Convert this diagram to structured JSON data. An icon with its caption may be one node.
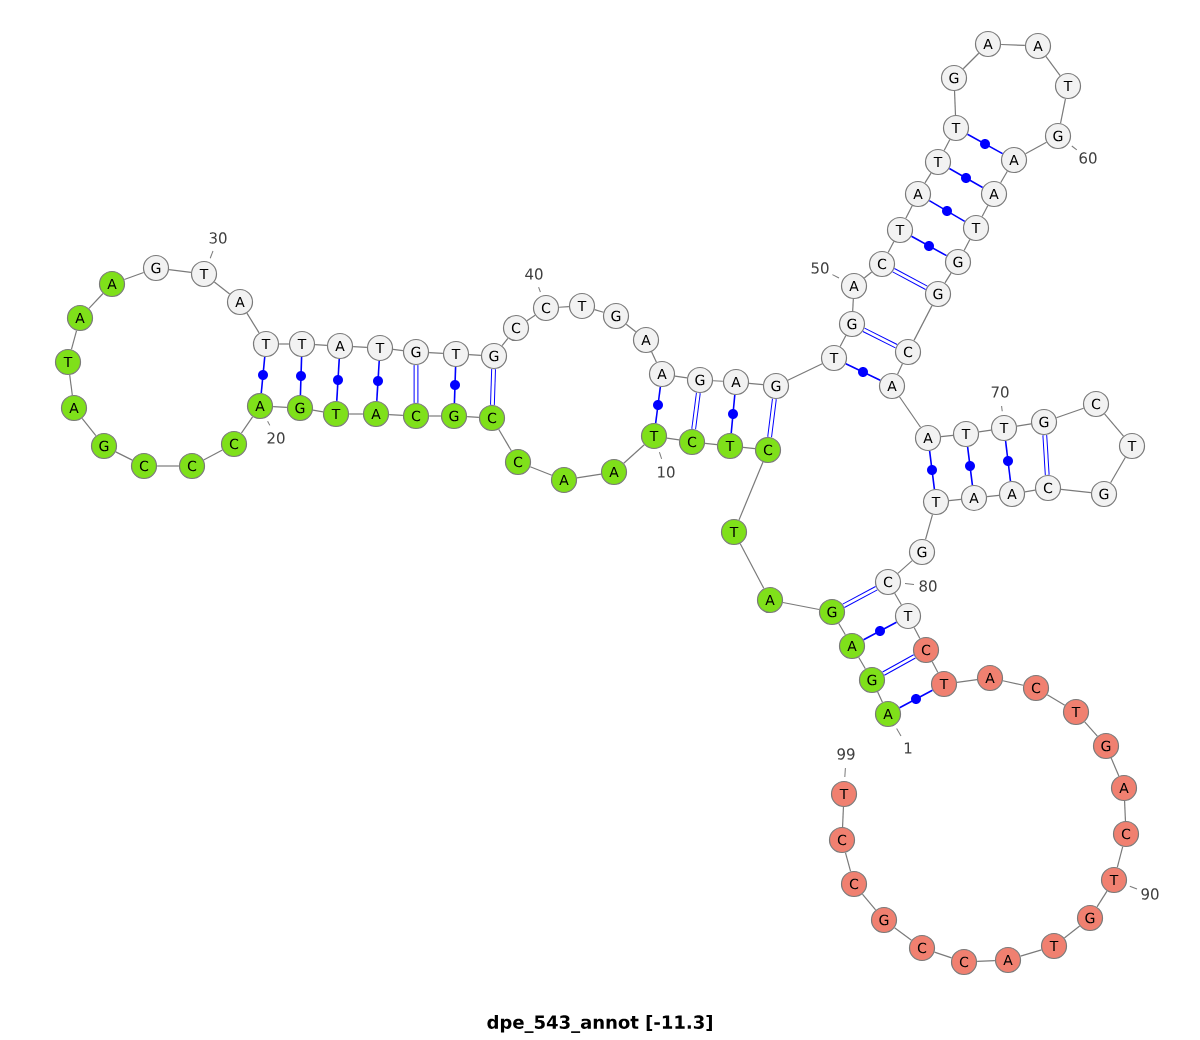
{
  "diagram": {
    "caption": "dpe_543_annot [-11.3]",
    "nodes": [
      {
        "text": [
          "A"
        ],
        "beside": [
          "1"
        ]
      },
      {
        "text": [
          "G"
        ]
      },
      {
        "text": [
          "A"
        ]
      },
      {
        "text": [
          "G"
        ]
      },
      {
        "text": [
          "A"
        ]
      },
      {
        "text": [
          "T"
        ]
      },
      {
        "text": [
          "C"
        ]
      },
      {
        "text": [
          "T"
        ]
      },
      {
        "text": [
          "C"
        ]
      },
      {
        "text": [
          "T"
        ],
        "beside": [
          "10"
        ]
      },
      {
        "text": [
          "A"
        ]
      },
      {
        "text": [
          "A"
        ]
      },
      {
        "text": [
          "C"
        ]
      },
      {
        "text": [
          "C"
        ]
      },
      {
        "text": [
          "G"
        ]
      },
      {
        "text": [
          "C"
        ]
      },
      {
        "text": [
          "A"
        ]
      },
      {
        "text": [
          "T"
        ]
      },
      {
        "text": [
          "G"
        ]
      },
      {
        "text": [
          "A"
        ],
        "beside": [
          "20"
        ]
      },
      {
        "text": [
          "C"
        ]
      },
      {
        "text": [
          "C"
        ]
      },
      {
        "text": [
          "C"
        ]
      },
      {
        "text": [
          "G"
        ]
      },
      {
        "text": [
          "A"
        ]
      },
      {
        "text": [
          "T"
        ]
      },
      {
        "text": [
          "A"
        ]
      },
      {
        "text": [
          "A"
        ]
      },
      {
        "text": [
          "G"
        ]
      },
      {
        "text": [
          "T"
        ],
        "beside": [
          "30"
        ]
      },
      {
        "text": [
          "A"
        ]
      },
      {
        "text": [
          "T"
        ]
      },
      {
        "text": [
          "T"
        ]
      },
      {
        "text": [
          "A"
        ]
      },
      {
        "text": [
          "T"
        ]
      },
      {
        "text": [
          "G"
        ]
      },
      {
        "text": [
          "T"
        ]
      },
      {
        "text": [
          "G"
        ]
      },
      {
        "text": [
          "C"
        ]
      },
      {
        "text": [
          "C"
        ],
        "beside": [
          "40"
        ]
      },
      {
        "text": [
          "T"
        ]
      },
      {
        "text": [
          "G"
        ]
      },
      {
        "text": [
          "A"
        ]
      },
      {
        "text": [
          "A"
        ]
      },
      {
        "text": [
          "G"
        ]
      },
      {
        "text": [
          "A"
        ]
      },
      {
        "text": [
          "G"
        ]
      },
      {
        "text": [
          "T"
        ]
      },
      {
        "text": [
          "G"
        ]
      },
      {
        "text": [
          "A"
        ],
        "beside": [
          "50"
        ]
      },
      {
        "text": [
          "C"
        ]
      },
      {
        "text": [
          "T"
        ]
      },
      {
        "text": [
          "A"
        ]
      },
      {
        "text": [
          "T"
        ]
      },
      {
        "text": [
          "T"
        ]
      },
      {
        "text": [
          "G"
        ]
      },
      {
        "text": [
          "A"
        ]
      },
      {
        "text": [
          "A"
        ]
      },
      {
        "text": [
          "T"
        ]
      },
      {
        "text": [
          "G"
        ],
        "beside": [
          "60"
        ]
      },
      {
        "text": [
          "A"
        ]
      },
      {
        "text": [
          "A"
        ]
      },
      {
        "text": [
          "T"
        ]
      },
      {
        "text": [
          "G"
        ]
      },
      {
        "text": [
          "G"
        ]
      },
      {
        "text": [
          "C"
        ]
      },
      {
        "text": [
          "A"
        ]
      },
      {
        "text": [
          "A"
        ]
      },
      {
        "text": [
          "T"
        ]
      },
      {
        "text": [
          "T"
        ],
        "beside": [
          "70"
        ]
      },
      {
        "text": [
          "G"
        ]
      },
      {
        "text": [
          "C"
        ]
      },
      {
        "text": [
          "T"
        ]
      },
      {
        "text": [
          "G"
        ]
      },
      {
        "text": [
          "C"
        ]
      },
      {
        "text": [
          "A"
        ]
      },
      {
        "text": [
          "A"
        ]
      },
      {
        "text": [
          "T"
        ]
      },
      {
        "text": [
          "G"
        ]
      },
      {
        "text": [
          "C"
        ],
        "beside": [
          "80"
        ]
      },
      {
        "text": [
          "T"
        ]
      },
      {
        "text": [
          "C"
        ]
      },
      {
        "text": [
          "T"
        ]
      },
      {
        "text": [
          "A"
        ]
      },
      {
        "text": [
          "C"
        ]
      },
      {
        "text": [
          "T"
        ]
      },
      {
        "text": [
          "G"
        ]
      },
      {
        "text": [
          "A"
        ]
      },
      {
        "text": [
          "C"
        ]
      },
      {
        "text": [
          "T"
        ],
        "beside": [
          "90"
        ]
      },
      {
        "text": [
          "G"
        ]
      },
      {
        "text": [
          "T"
        ]
      },
      {
        "text": [
          "A"
        ]
      },
      {
        "text": [
          "C"
        ]
      },
      {
        "text": [
          "C"
        ]
      },
      {
        "text": [
          "G"
        ]
      },
      {
        "text": [
          "C"
        ]
      },
      {
        "text": [
          "C"
        ]
      },
      {
        "text": [
          "T"
        ],
        "beside": [
          "99"
        ]
      }
    ],
    "edges": [
      {
        "from": 0,
        "to": 1,
        "arrow": "none"
      },
      {
        "from": 1,
        "to": 2,
        "arrow": "none"
      },
      {
        "from": 2,
        "to": 3,
        "arrow": "none"
      },
      {
        "from": 3,
        "to": 4,
        "arrow": "none"
      },
      {
        "from": 4,
        "to": 5,
        "arrow": "none"
      },
      {
        "from": 5,
        "to": 6,
        "arrow": "none"
      },
      {
        "from": 6,
        "to": 7,
        "arrow": "none"
      },
      {
        "from": 7,
        "to": 8,
        "arrow": "none"
      },
      {
        "from": 8,
        "to": 9,
        "arrow": "none"
      },
      {
        "from": 9,
        "to": 10,
        "arrow": "none"
      },
      {
        "from": 10,
        "to": 11,
        "arrow": "none"
      },
      {
        "from": 11,
        "to": 12,
        "arrow": "none"
      },
      {
        "from": 12,
        "to": 13,
        "arrow": "none"
      },
      {
        "from": 13,
        "to": 14,
        "arrow": "none"
      },
      {
        "from": 14,
        "to": 15,
        "arrow": "none"
      },
      {
        "from": 15,
        "to": 16,
        "arrow": "none"
      },
      {
        "from": 16,
        "to": 17,
        "arrow": "none"
      },
      {
        "from": 17,
        "to": 18,
        "arrow": "none"
      },
      {
        "from": 18,
        "to": 19,
        "arrow": "none"
      },
      {
        "from": 19,
        "to": 20,
        "arrow": "none"
      },
      {
        "from": 20,
        "to": 21,
        "arrow": "none"
      },
      {
        "from": 21,
        "to": 22,
        "arrow": "none"
      },
      {
        "from": 22,
        "to": 23,
        "arrow": "none"
      },
      {
        "from": 23,
        "to": 24,
        "arrow": "none"
      },
      {
        "from": 24,
        "to": 25,
        "arrow": "none"
      },
      {
        "from": 25,
        "to": 26,
        "arrow": "none"
      },
      {
        "from": 26,
        "to": 27,
        "arrow": "none"
      },
      {
        "from": 27,
        "to": 28,
        "arrow": "none"
      },
      {
        "from": 28,
        "to": 29,
        "arrow": "none"
      },
      {
        "from": 29,
        "to": 30,
        "arrow": "none"
      },
      {
        "from": 30,
        "to": 31,
        "arrow": "none"
      },
      {
        "from": 31,
        "to": 32,
        "arrow": "none"
      },
      {
        "from": 32,
        "to": 33,
        "arrow": "none"
      },
      {
        "from": 33,
        "to": 34,
        "arrow": "none"
      },
      {
        "from": 34,
        "to": 35,
        "arrow": "none"
      },
      {
        "from": 35,
        "to": 36,
        "arrow": "none"
      },
      {
        "from": 36,
        "to": 37,
        "arrow": "none"
      },
      {
        "from": 37,
        "to": 38,
        "arrow": "none"
      },
      {
        "from": 38,
        "to": 39,
        "arrow": "none"
      },
      {
        "from": 39,
        "to": 40,
        "arrow": "none"
      },
      {
        "from": 40,
        "to": 41,
        "arrow": "none"
      },
      {
        "from": 41,
        "to": 42,
        "arrow": "none"
      },
      {
        "from": 42,
        "to": 43,
        "arrow": "none"
      },
      {
        "from": 43,
        "to": 44,
        "arrow": "none"
      },
      {
        "from": 44,
        "to": 45,
        "arrow": "none"
      },
      {
        "from": 45,
        "to": 46,
        "arrow": "none"
      },
      {
        "from": 46,
        "to": 47,
        "arrow": "none"
      },
      {
        "from": 47,
        "to": 48,
        "arrow": "none"
      },
      {
        "from": 48,
        "to": 49,
        "arrow": "none"
      },
      {
        "from": 49,
        "to": 50,
        "arrow": "none"
      },
      {
        "from": 50,
        "to": 51,
        "arrow": "none"
      },
      {
        "from": 51,
        "to": 52,
        "arrow": "none"
      },
      {
        "from": 52,
        "to": 53,
        "arrow": "none"
      },
      {
        "from": 53,
        "to": 54,
        "arrow": "none"
      },
      {
        "from": 54,
        "to": 55,
        "arrow": "none"
      },
      {
        "from": 55,
        "to": 56,
        "arrow": "none"
      },
      {
        "from": 56,
        "to": 57,
        "arrow": "none"
      },
      {
        "from": 57,
        "to": 58,
        "arrow": "none"
      },
      {
        "from": 58,
        "to": 59,
        "arrow": "none"
      },
      {
        "from": 59,
        "to": 60,
        "arrow": "none"
      },
      {
        "from": 60,
        "to": 61,
        "arrow": "none"
      },
      {
        "from": 61,
        "to": 62,
        "arrow": "none"
      },
      {
        "from": 62,
        "to": 63,
        "arrow": "none"
      },
      {
        "from": 63,
        "to": 64,
        "arrow": "none"
      },
      {
        "from": 64,
        "to": 65,
        "arrow": "none"
      },
      {
        "from": 65,
        "to": 66,
        "arrow": "none"
      },
      {
        "from": 66,
        "to": 67,
        "arrow": "none"
      },
      {
        "from": 67,
        "to": 68,
        "arrow": "none"
      },
      {
        "from": 68,
        "to": 69,
        "arrow": "none"
      },
      {
        "from": 69,
        "to": 70,
        "arrow": "none"
      },
      {
        "from": 70,
        "to": 71,
        "arrow": "none"
      },
      {
        "from": 71,
        "to": 72,
        "arrow": "none"
      },
      {
        "from": 72,
        "to": 73,
        "arrow": "none"
      },
      {
        "from": 73,
        "to": 74,
        "arrow": "none"
      },
      {
        "from": 74,
        "to": 75,
        "arrow": "none"
      },
      {
        "from": 75,
        "to": 76,
        "arrow": "none"
      },
      {
        "from": 76,
        "to": 77,
        "arrow": "none"
      },
      {
        "from": 77,
        "to": 78,
        "arrow": "none"
      },
      {
        "from": 78,
        "to": 79,
        "arrow": "none"
      },
      {
        "from": 79,
        "to": 80,
        "arrow": "none"
      },
      {
        "from": 80,
        "to": 81,
        "arrow": "none"
      },
      {
        "from": 81,
        "to": 82,
        "arrow": "none"
      },
      {
        "from": 82,
        "to": 83,
        "arrow": "none"
      },
      {
        "from": 83,
        "to": 84,
        "arrow": "none"
      },
      {
        "from": 84,
        "to": 85,
        "arrow": "none"
      },
      {
        "from": 85,
        "to": 86,
        "arrow": "none"
      },
      {
        "from": 86,
        "to": 87,
        "arrow": "none"
      },
      {
        "from": 87,
        "to": 88,
        "arrow": "none"
      },
      {
        "from": 88,
        "to": 89,
        "arrow": "none"
      },
      {
        "from": 89,
        "to": 90,
        "arrow": "none"
      },
      {
        "from": 90,
        "to": 91,
        "arrow": "none"
      },
      {
        "from": 91,
        "to": 92,
        "arrow": "none"
      },
      {
        "from": 92,
        "to": 93,
        "arrow": "none"
      },
      {
        "from": 93,
        "to": 94,
        "arrow": "none"
      },
      {
        "from": 94,
        "to": 95,
        "arrow": "none"
      },
      {
        "from": 95,
        "to": 96,
        "arrow": "none"
      },
      {
        "from": 96,
        "to": 97,
        "arrow": "none"
      },
      {
        "from": 97,
        "to": 98,
        "arrow": "none"
      },
      {
        "from": 0,
        "to": 82,
        "arrow": "none",
        "color": "#0000ff"
      },
      {
        "from": 1,
        "to": 81,
        "arrow": "none",
        "style": "thick",
        "color": "#0000ff"
      },
      {
        "from": 2,
        "to": 80,
        "arrow": "none",
        "color": "#0000ff"
      },
      {
        "from": 3,
        "to": 79,
        "arrow": "none",
        "style": "thick",
        "color": "#0000ff"
      },
      {
        "from": 6,
        "to": 46,
        "arrow": "none",
        "style": "thick",
        "color": "#0000ff"
      },
      {
        "from": 7,
        "to": 45,
        "arrow": "none",
        "color": "#0000ff"
      },
      {
        "from": 8,
        "to": 44,
        "arrow": "none",
        "style": "thick",
        "color": "#0000ff"
      },
      {
        "from": 9,
        "to": 43,
        "arrow": "none",
        "color": "#0000ff"
      },
      {
        "from": 13,
        "to": 37,
        "arrow": "none",
        "style": "thick",
        "color": "#0000ff"
      },
      {
        "from": 14,
        "to": 36,
        "arrow": "none",
        "color": "#0000ff"
      },
      {
        "from": 15,
        "to": 35,
        "arrow": "none",
        "style": "thick",
        "color": "#0000ff"
      },
      {
        "from": 16,
        "to": 34,
        "arrow": "none",
        "color": "#0000ff"
      },
      {
        "from": 17,
        "to": 33,
        "arrow": "none",
        "color": "#0000ff"
      },
      {
        "from": 18,
        "to": 32,
        "arrow": "none",
        "color": "#0000ff"
      },
      {
        "from": 19,
        "to": 31,
        "arrow": "none",
        "color": "#0000ff"
      },
      {
        "from": 47,
        "to": 66,
        "arrow": "none",
        "color": "#0000ff"
      },
      {
        "from": 48,
        "to": 65,
        "arrow": "none",
        "style": "thick",
        "color": "#0000ff"
      },
      {
        "from": 50,
        "to": 64,
        "arrow": "none",
        "style": "thick",
        "color": "#0000ff"
      },
      {
        "from": 51,
        "to": 63,
        "arrow": "none",
        "color": "#0000ff"
      },
      {
        "from": 52,
        "to": 62,
        "arrow": "none",
        "color": "#0000ff"
      },
      {
        "from": 53,
        "to": 61,
        "arrow": "none",
        "color": "#0000ff"
      },
      {
        "from": 54,
        "to": 60,
        "arrow": "none",
        "color": "#0000ff"
      },
      {
        "from": 67,
        "to": 77,
        "arrow": "none",
        "color": "#0000ff"
      },
      {
        "from": 68,
        "to": 76,
        "arrow": "none",
        "color": "#0000ff"
      },
      {
        "from": 69,
        "to": 75,
        "arrow": "none",
        "color": "#0000ff"
      },
      {
        "from": 70,
        "to": 74,
        "arrow": "none",
        "style": "thick",
        "color": "#0000ff"
      }
    ]
  }
}
